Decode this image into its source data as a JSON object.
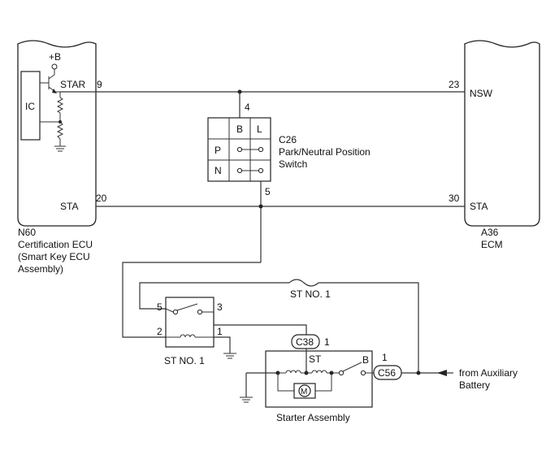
{
  "components": {
    "certification_ecu": {
      "code": "N60",
      "name_lines": [
        "Certification ECU",
        "(Smart Key ECU",
        "Assembly)"
      ],
      "ic_label": "IC",
      "supply_label": "+B",
      "pins": [
        {
          "number": "9",
          "label": "STAR"
        },
        {
          "number": "20",
          "label": "STA"
        }
      ]
    },
    "ecm": {
      "code": "A36",
      "name": "ECM",
      "pins": [
        {
          "number": "23",
          "label": "NSW"
        },
        {
          "number": "30",
          "label": "STA"
        }
      ]
    },
    "park_neutral_switch": {
      "code": "C26",
      "name_lines": [
        "Park/Neutral Position",
        "Switch"
      ],
      "column_headers": [
        "B",
        "L"
      ],
      "rows": [
        "P",
        "N"
      ],
      "pin_top": "4",
      "pin_bottom": "5"
    },
    "st_relay": {
      "name": "ST NO. 1",
      "pins": [
        "5",
        "3",
        "2",
        "1"
      ]
    },
    "fuse": {
      "name": "ST NO. 1"
    },
    "starter": {
      "name": "Starter Assembly",
      "st_label": "ST",
      "b_label": "B",
      "motor_label": "M",
      "connectors": [
        {
          "code": "C38",
          "pin": "1"
        },
        {
          "code": "C56",
          "pin": "1"
        }
      ]
    },
    "battery_source": {
      "label_lines": [
        "from Auxiliary",
        "Battery"
      ]
    }
  }
}
